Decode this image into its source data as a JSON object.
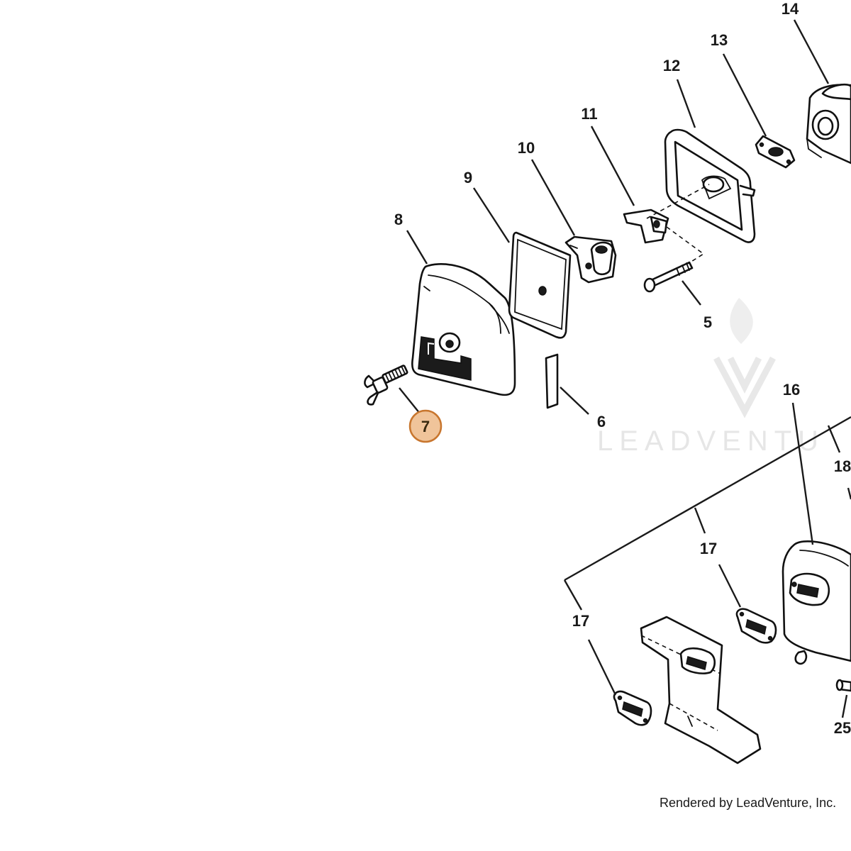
{
  "callouts": {
    "c5": "5",
    "c6": "6",
    "c7": "7",
    "c8": "8",
    "c9": "9",
    "c10": "10",
    "c11": "11",
    "c12": "12",
    "c13": "13",
    "c14": "14",
    "c16": "16",
    "c17a": "17",
    "c17b": "17",
    "c18": "18",
    "c25": "25"
  },
  "highlighted_callout": "7",
  "watermark": {
    "text": "LEADVENTU"
  },
  "credit": "Rendered by LeadVenture, Inc.",
  "colors": {
    "highlight_fill": "#f0c49a",
    "highlight_stroke": "#c8762e",
    "line": "#111111",
    "watermark": "#e6e6e6"
  }
}
